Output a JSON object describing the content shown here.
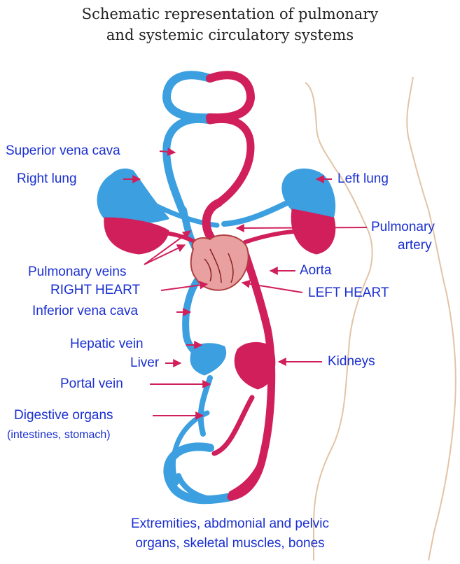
{
  "title": {
    "line1": "Schematic representation of pulmonary",
    "line2": "and systemic circulatory systems"
  },
  "labels": {
    "superior_vena_cava": "Superior vena cava",
    "right_lung": "Right lung",
    "left_lung": "Left lung",
    "pulmonary_artery_1": "Pulmonary",
    "pulmonary_artery_2": "artery",
    "pulmonary_veins": "Pulmonary veins",
    "aorta": "Aorta",
    "right_heart": "RIGHT HEART",
    "left_heart": "LEFT HEART",
    "inferior_vena_cava": "Inferior vena cava",
    "hepatic_vein": "Hepatic vein",
    "liver": "Liver",
    "kidneys": "Kidneys",
    "portal_vein": "Portal vein",
    "digestive_organs": "Digestive organs",
    "digestive_organs_detail": "(intestines, stomach)"
  },
  "footer": {
    "line1": "Extremities, abdmonial and pelvic",
    "line2": "organs, skeletal muscles, bones"
  },
  "colors": {
    "venous": "#3b9fe0",
    "arterial": "#d01f5b",
    "label": "#1a2fd0",
    "pointer": "#d01f5b",
    "body_outline": "#e2c4a6",
    "heart": "#e8a0a0"
  }
}
